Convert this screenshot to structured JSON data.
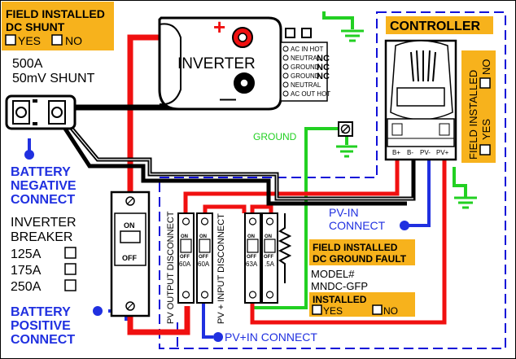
{
  "shunt_option": {
    "title_line1": "FIELD INSTALLED",
    "title_line2": "DC SHUNT",
    "yes": "YES",
    "no": "NO"
  },
  "shunt": {
    "rating_line1": "500A",
    "rating_line2": "50mV  SHUNT"
  },
  "inverter": {
    "label": "INVERTER",
    "plus": "+",
    "minus": "—",
    "terminals": [
      {
        "label": "AC IN HOT",
        "suffix": ""
      },
      {
        "label": "NEUTRAL",
        "suffix": "NC"
      },
      {
        "label": "GROUND",
        "suffix": "NC"
      },
      {
        "label": "GROUND",
        "suffix": "NC"
      },
      {
        "label": "NEUTRAL",
        "suffix": ""
      },
      {
        "label": "AC OUT HOT",
        "suffix": ""
      }
    ]
  },
  "controller": {
    "title": "CONTROLLER",
    "terminals": [
      "B+",
      "B-",
      "PV-",
      "PV+"
    ],
    "option_label": "FIELD INSTALLED",
    "option_no": "NO",
    "option_yes": "YES"
  },
  "battery_negative": {
    "line1": "BATTERY",
    "line2": "NEGATIVE",
    "line3": "CONNECT"
  },
  "battery_positive": {
    "line1": "BATTERY",
    "line2": "POSITIVE",
    "line3": "CONNECT"
  },
  "inverter_breaker": {
    "line1": "INVERTER",
    "line2": "BREAKER",
    "options": [
      "125A",
      "175A",
      "250A"
    ],
    "on": "ON",
    "off": "OFF"
  },
  "ground_label": "GROUND",
  "pv_output_disconnect": "PV OUTPUT DISCONNECT",
  "pv_input_disconnect": "PV + INPUT DISCONNECT",
  "breakers": [
    {
      "on": "ON",
      "off": "OFF",
      "rating": "60A"
    },
    {
      "on": "ON",
      "off": "OFF",
      "rating": "60A"
    },
    {
      "on": "ON",
      "off": "OFF",
      "rating": "63A"
    },
    {
      "on": "ON",
      "off": "OFF",
      "rating": ".5A"
    }
  ],
  "ground_fault": {
    "title_line1": "FIELD INSTALLED",
    "title_line2": "DC GROUND FAULT",
    "model_line1": "MODEL#",
    "model_line2": "MNDC-GFP",
    "installed": "INSTALLED",
    "yes": "YES",
    "no": "NO"
  },
  "pv_in_connect": {
    "line1": "PV-IN",
    "line2": "CONNECT"
  },
  "pv_plus_in_connect": "PV+IN  CONNECT",
  "colors": {
    "orange": "#f7b21c",
    "dash_blue": "#1010d8",
    "wire_red": "#f01010",
    "wire_blue": "#2030e0",
    "wire_green": "#22d022"
  }
}
